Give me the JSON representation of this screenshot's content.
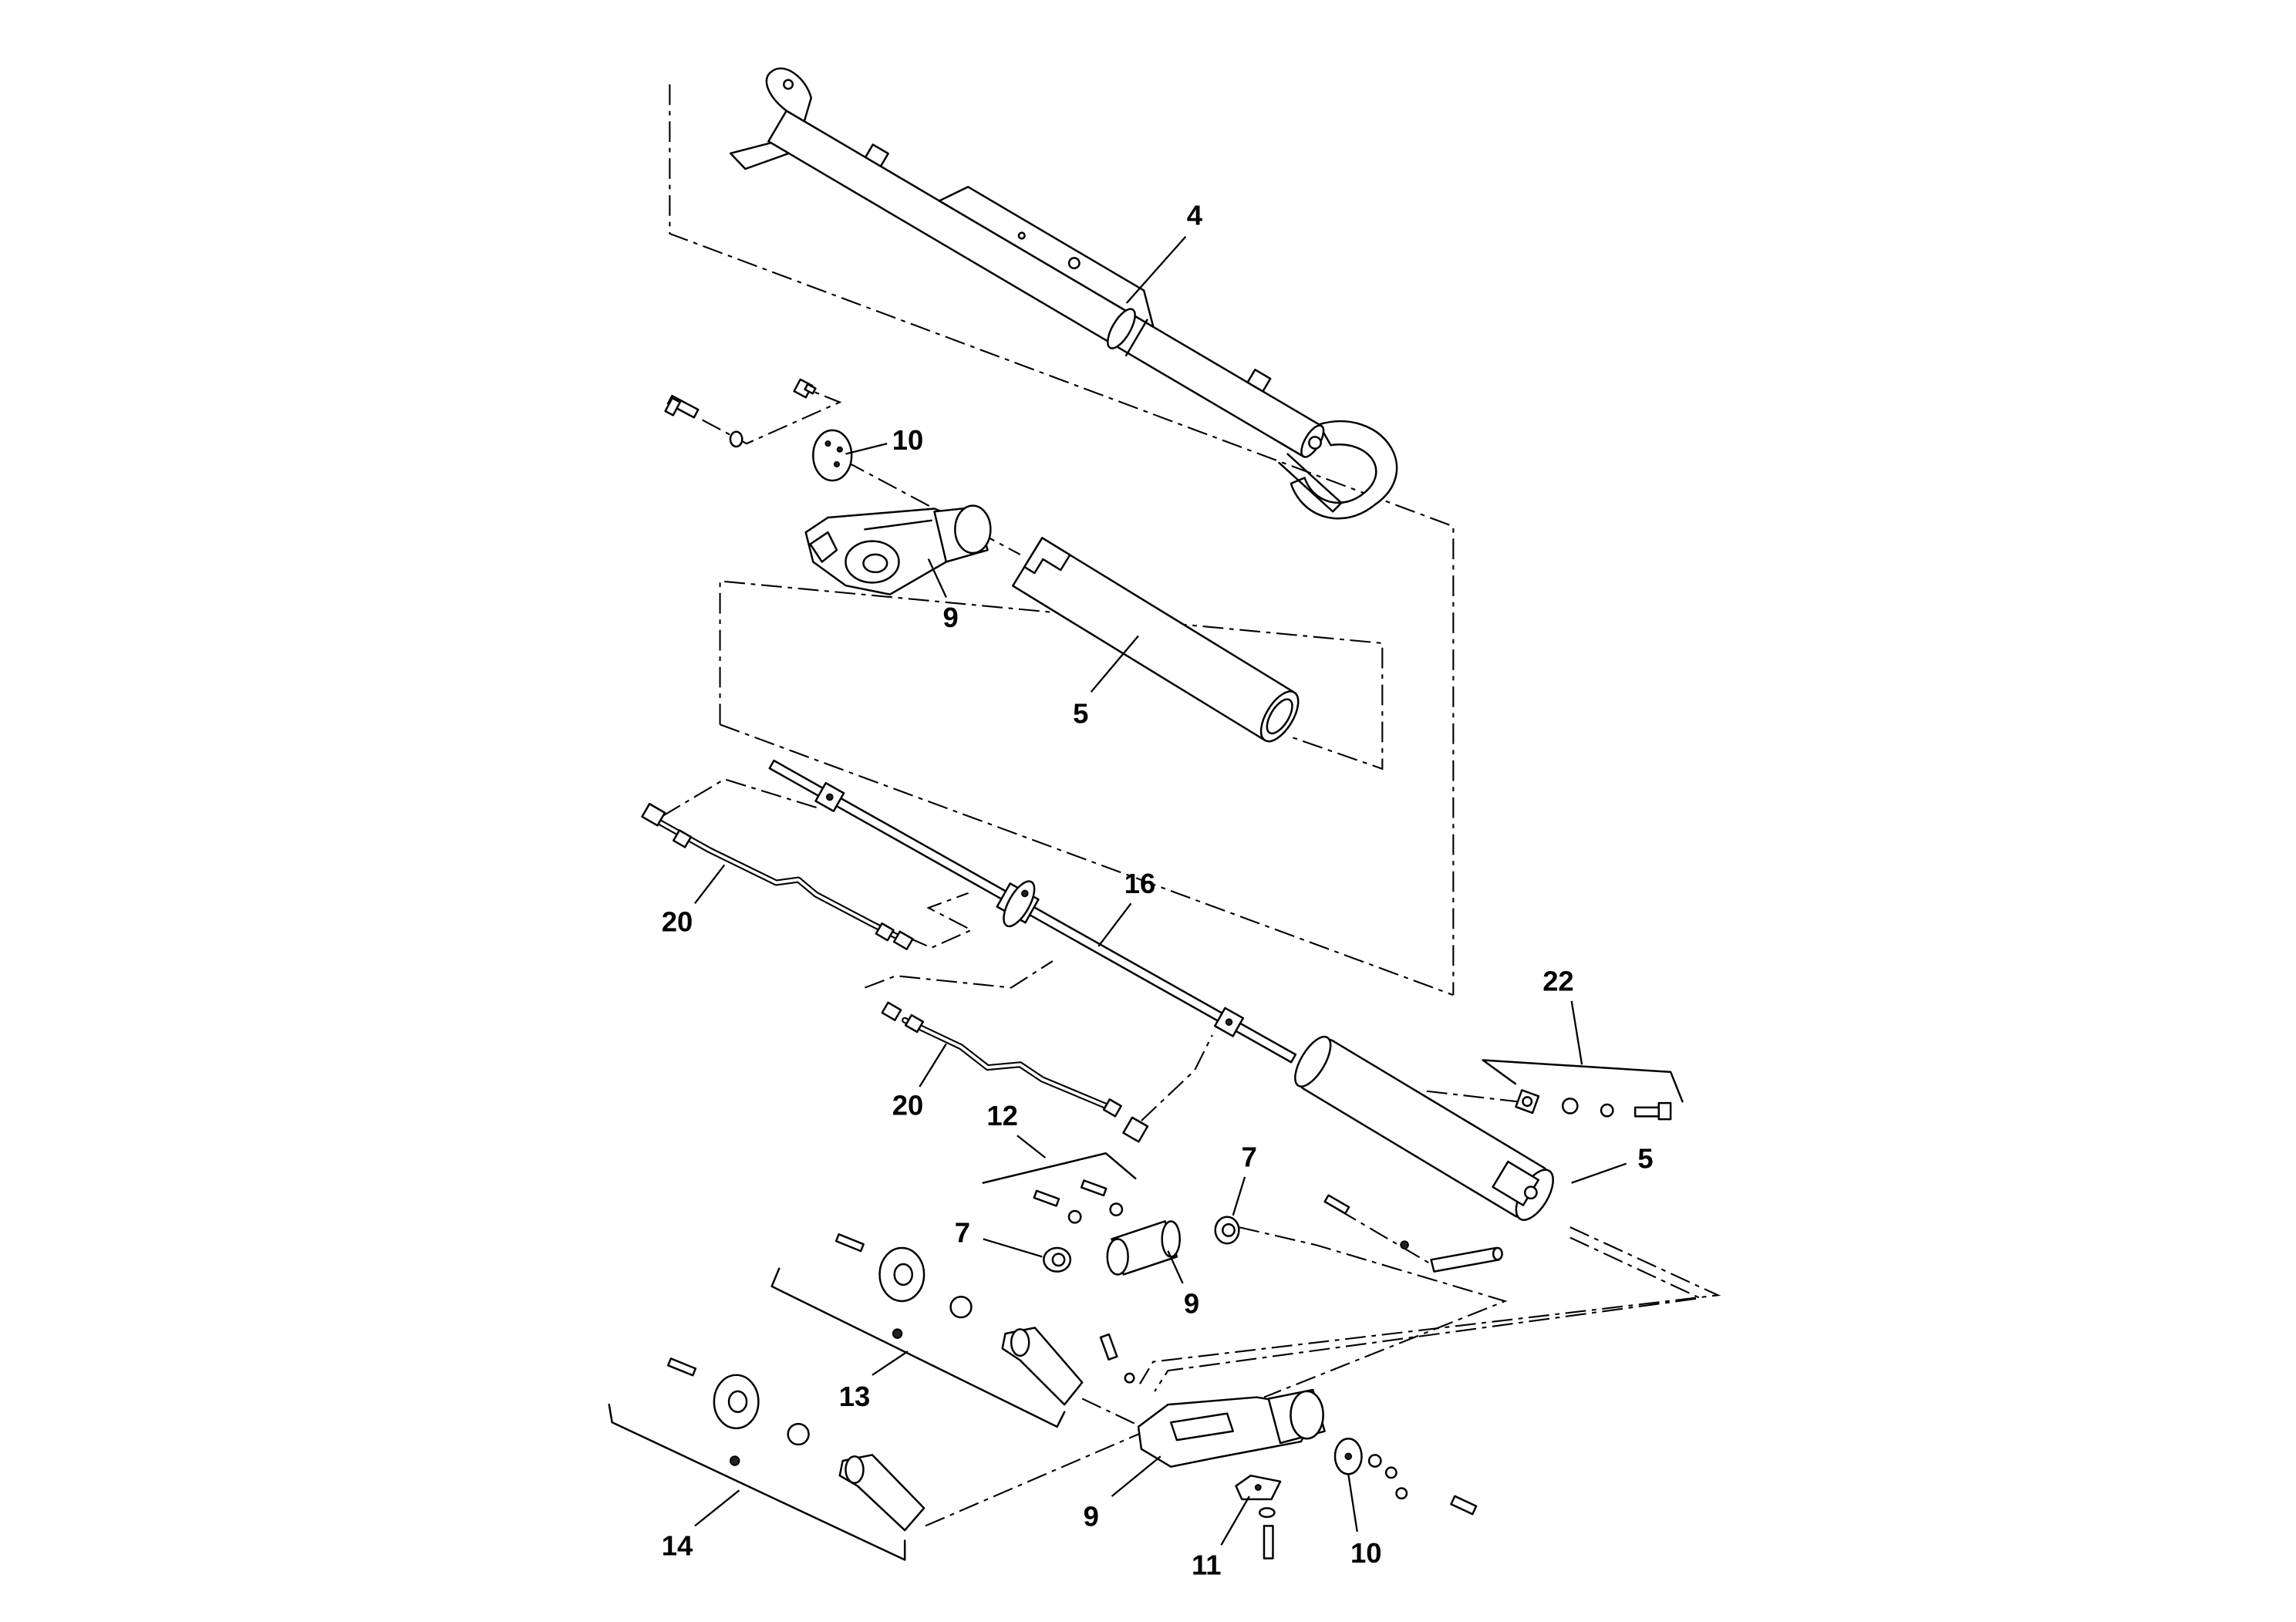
{
  "callouts": [
    {
      "label": "4"
    },
    {
      "label": "10"
    },
    {
      "label": "9"
    },
    {
      "label": "5"
    },
    {
      "label": "16"
    },
    {
      "label": "20"
    },
    {
      "label": "22"
    },
    {
      "label": "20"
    },
    {
      "label": "12"
    },
    {
      "label": "7"
    },
    {
      "label": "5"
    },
    {
      "label": "7"
    },
    {
      "label": "9"
    },
    {
      "label": "13"
    },
    {
      "label": "14"
    },
    {
      "label": "9"
    },
    {
      "label": "11"
    },
    {
      "label": "10"
    }
  ],
  "colors": {
    "line": "#000000",
    "background": "#ffffff"
  }
}
